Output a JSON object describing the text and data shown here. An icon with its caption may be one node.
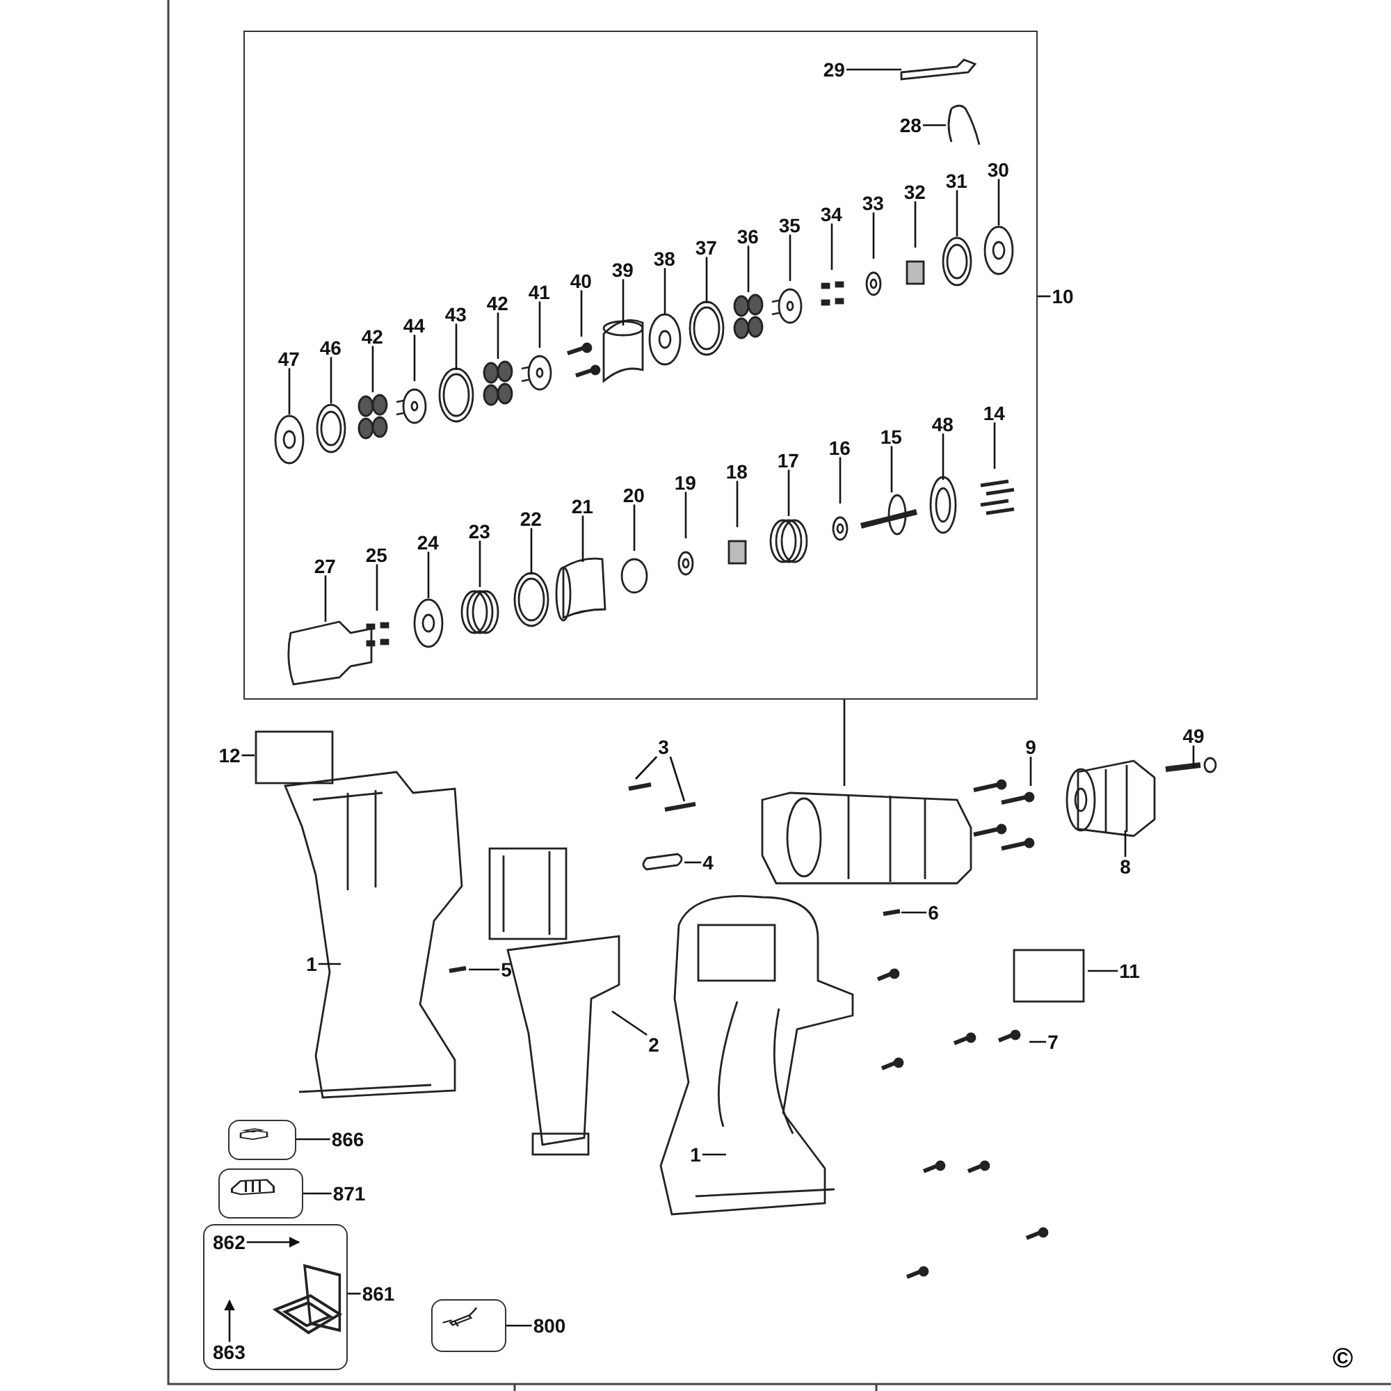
{
  "diagram": {
    "nodes": [
      {
        "text": [],
        "shape": "box"
      },
      {
        "text": [
          "29"
        ],
        "in": 0
      },
      {
        "text": [
          "28"
        ],
        "in": 0
      },
      {
        "text": [
          "32"
        ],
        "in": 0
      },
      {
        "text": [
          "30"
        ],
        "in": 0
      },
      {
        "text": [
          "31"
        ],
        "in": 0
      },
      {
        "text": [
          "33"
        ],
        "in": 0
      },
      {
        "text": [
          "34"
        ],
        "in": 0
      },
      {
        "text": [
          "35"
        ],
        "in": 0
      },
      {
        "text": [
          "36"
        ],
        "in": 0
      },
      {
        "text": [
          "37"
        ],
        "in": 0
      },
      {
        "text": [
          "38"
        ],
        "in": 0
      },
      {
        "text": [
          "39"
        ],
        "in": 0
      },
      {
        "text": [
          "40"
        ],
        "in": 0
      },
      {
        "text": [
          "41"
        ],
        "in": 0
      },
      {
        "text": [
          "42"
        ],
        "in": 0
      },
      {
        "text": [
          "43"
        ],
        "in": 0
      },
      {
        "text": [
          "44"
        ],
        "in": 0
      },
      {
        "text": [
          "42"
        ],
        "in": 0
      },
      {
        "text": [
          "46"
        ],
        "in": 0
      },
      {
        "text": [
          "47"
        ],
        "in": 0
      },
      {
        "text": [
          "48"
        ],
        "in": 0
      },
      {
        "text": [
          "14"
        ],
        "in": 0
      },
      {
        "text": [
          "15"
        ],
        "in": 0
      },
      {
        "text": [
          "16"
        ],
        "in": 0
      },
      {
        "text": [
          "17"
        ],
        "in": 0
      },
      {
        "text": [
          "18"
        ],
        "in": 0
      },
      {
        "text": [
          "19"
        ],
        "in": 0
      },
      {
        "text": [
          "20"
        ],
        "in": 0
      },
      {
        "text": [
          "21"
        ],
        "in": 0
      },
      {
        "text": [
          "22"
        ],
        "in": 0
      },
      {
        "text": [
          "23"
        ],
        "in": 0
      },
      {
        "text": [
          "24"
        ],
        "in": 0
      },
      {
        "text": [
          "25"
        ],
        "in": 0
      },
      {
        "text": [
          "27"
        ],
        "in": 0
      },
      {
        "text": [
          "10"
        ]
      },
      {
        "text": [
          "12"
        ]
      },
      {
        "text": [
          "3"
        ]
      },
      {
        "text": [
          "4"
        ]
      },
      {
        "text": [
          "1"
        ]
      },
      {
        "text": [
          "5"
        ]
      },
      {
        "text": [
          "2"
        ]
      },
      {
        "text": [
          "1"
        ]
      },
      {
        "text": [
          "9"
        ]
      },
      {
        "text": [
          "49"
        ]
      },
      {
        "text": [
          "8"
        ]
      },
      {
        "text": [
          "6"
        ]
      },
      {
        "text": [
          "11"
        ]
      },
      {
        "text": [
          "7"
        ]
      },
      {
        "text": [],
        "shape": "box"
      },
      {
        "text": [
          "866"
        ]
      },
      {
        "text": [],
        "shape": "box"
      },
      {
        "text": [
          "871"
        ]
      },
      {
        "text": [],
        "shape": "box"
      },
      {
        "text": [
          "862"
        ],
        "in": 53
      },
      {
        "text": [
          "863"
        ],
        "in": 53
      },
      {
        "text": [
          "861"
        ]
      },
      {
        "text": [],
        "shape": "box"
      },
      {
        "text": [
          "800"
        ]
      }
    ],
    "edges": [
      {
        "from": 1,
        "to": null,
        "arrow": "none"
      },
      {
        "from": 2,
        "to": null,
        "arrow": "none"
      },
      {
        "from": 3,
        "to": null,
        "arrow": "none"
      },
      {
        "from": 4,
        "to": null,
        "arrow": "none"
      },
      {
        "from": 5,
        "to": null,
        "arrow": "none"
      },
      {
        "from": 6,
        "to": null,
        "arrow": "none"
      },
      {
        "from": 7,
        "to": null,
        "arrow": "none"
      },
      {
        "from": 8,
        "to": null,
        "arrow": "none"
      },
      {
        "from": 9,
        "to": null,
        "arrow": "none"
      },
      {
        "from": 10,
        "to": null,
        "arrow": "none"
      },
      {
        "from": 11,
        "to": null,
        "arrow": "none"
      },
      {
        "from": 12,
        "to": null,
        "arrow": "none"
      },
      {
        "from": 13,
        "to": null,
        "arrow": "none"
      },
      {
        "from": 14,
        "to": null,
        "arrow": "none"
      },
      {
        "from": 15,
        "to": null,
        "arrow": "none"
      },
      {
        "from": 16,
        "to": null,
        "arrow": "none"
      },
      {
        "from": 17,
        "to": null,
        "arrow": "none"
      },
      {
        "from": 18,
        "to": null,
        "arrow": "none"
      },
      {
        "from": 19,
        "to": null,
        "arrow": "none"
      },
      {
        "from": 20,
        "to": null,
        "arrow": "none"
      },
      {
        "from": 21,
        "to": null,
        "arrow": "none"
      },
      {
        "from": 22,
        "to": null,
        "arrow": "none"
      },
      {
        "from": 23,
        "to": null,
        "arrow": "none"
      },
      {
        "from": 24,
        "to": null,
        "arrow": "none"
      },
      {
        "from": 25,
        "to": null,
        "arrow": "none"
      },
      {
        "from": 26,
        "to": null,
        "arrow": "none"
      },
      {
        "from": 27,
        "to": null,
        "arrow": "none"
      },
      {
        "from": 28,
        "to": null,
        "arrow": "none"
      },
      {
        "from": 29,
        "to": null,
        "arrow": "none"
      },
      {
        "from": 30,
        "to": null,
        "arrow": "none"
      },
      {
        "from": 31,
        "to": null,
        "arrow": "none"
      },
      {
        "from": 32,
        "to": null,
        "arrow": "none"
      },
      {
        "from": 33,
        "to": null,
        "arrow": "none"
      },
      {
        "from": 34,
        "to": null,
        "arrow": "none"
      },
      {
        "from": 35,
        "to": 0,
        "arrow": "none"
      },
      {
        "from": 0,
        "to": null,
        "arrow": "none"
      },
      {
        "from": 36,
        "to": null,
        "arrow": "none"
      },
      {
        "from": 37,
        "to": null,
        "arrow": "none"
      },
      {
        "from": 37,
        "to": null,
        "arrow": "none"
      },
      {
        "from": 38,
        "to": null,
        "arrow": "none"
      },
      {
        "from": 39,
        "to": null,
        "arrow": "none"
      },
      {
        "from": 40,
        "to": null,
        "arrow": "none"
      },
      {
        "from": 41,
        "to": null,
        "arrow": "none"
      },
      {
        "from": 42,
        "to": null,
        "arrow": "none"
      },
      {
        "from": 43,
        "to": null,
        "arrow": "none"
      },
      {
        "from": 44,
        "to": null,
        "arrow": "none"
      },
      {
        "from": 45,
        "to": null,
        "arrow": "none"
      },
      {
        "from": 46,
        "to": null,
        "arrow": "none"
      },
      {
        "from": 47,
        "to": null,
        "arrow": "none"
      },
      {
        "from": 48,
        "to": null,
        "arrow": "none"
      },
      {
        "from": 50,
        "to": 49,
        "arrow": "none"
      },
      {
        "from": 52,
        "to": 51,
        "arrow": "none"
      },
      {
        "from": 54,
        "to": null,
        "arrow": "to"
      },
      {
        "from": 55,
        "to": null,
        "arrow": "to"
      },
      {
        "from": 56,
        "to": 53,
        "arrow": "none"
      },
      {
        "from": 58,
        "to": 57,
        "arrow": "none"
      }
    ],
    "labels": [
      "©"
    ]
  }
}
